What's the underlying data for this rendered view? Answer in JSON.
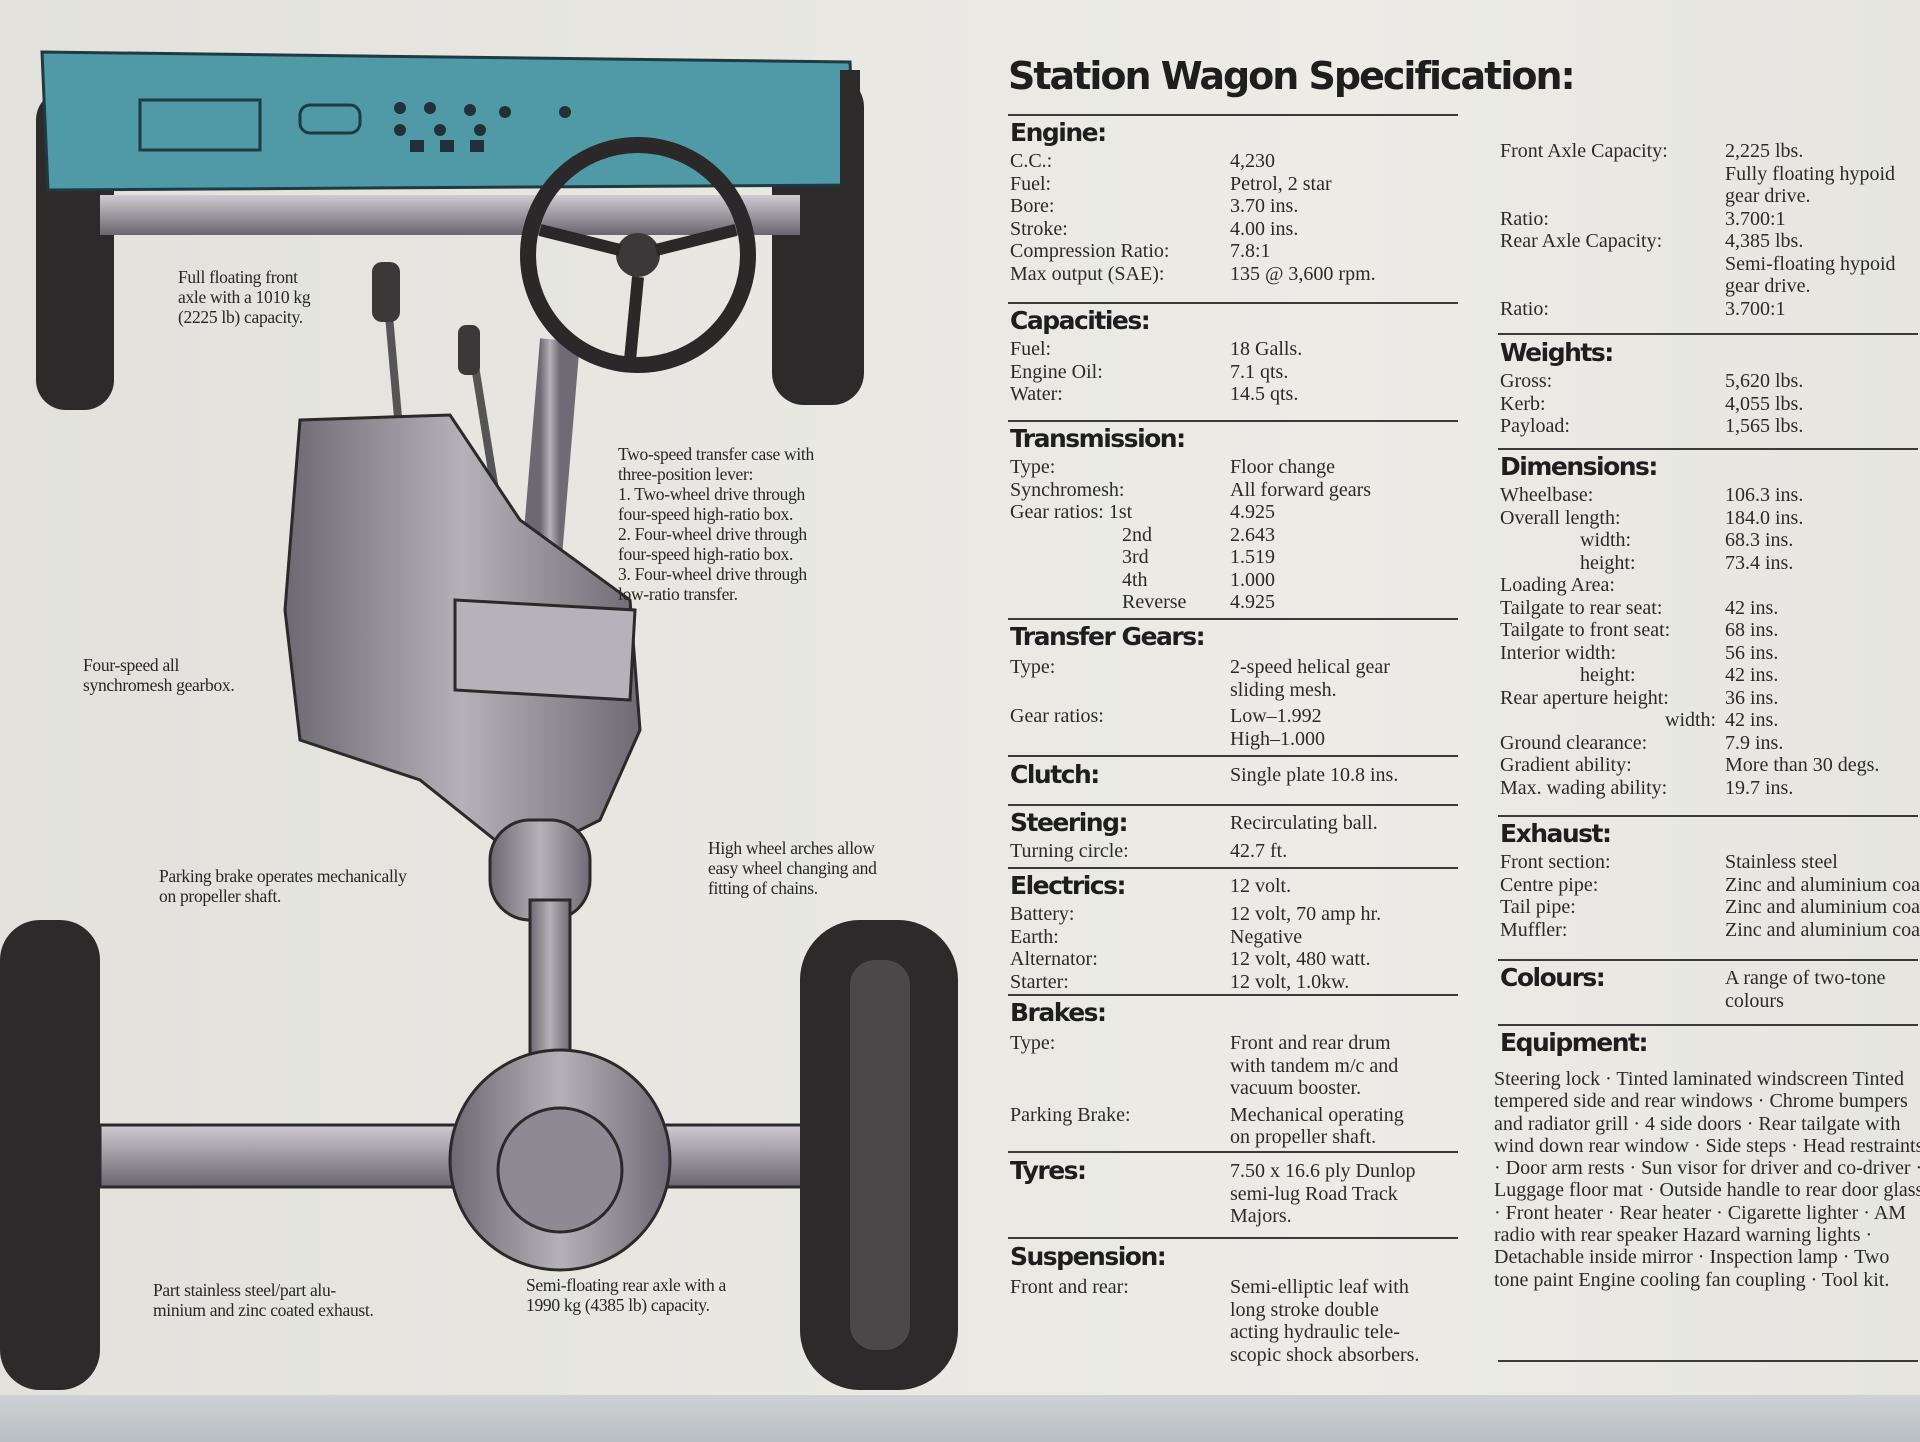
{
  "title": "Station Wagon Specification:",
  "left_column": [
    {
      "heading": "Engine:",
      "rows": [
        {
          "label": "C.C.:",
          "value": [
            "4,230"
          ]
        },
        {
          "label": "Fuel:",
          "value": [
            "Petrol, 2 star"
          ]
        },
        {
          "label": "Bore:",
          "value": [
            "3.70 ins."
          ]
        },
        {
          "label": "Stroke:",
          "value": [
            "4.00 ins."
          ]
        },
        {
          "label": "Compression Ratio:",
          "value": [
            "7.8:1"
          ]
        },
        {
          "label": "Max output (SAE):",
          "value": [
            "135 @ 3,600 rpm."
          ]
        }
      ]
    },
    {
      "heading": "Capacities:",
      "rows": [
        {
          "label": "Fuel:",
          "value": [
            "18 Galls."
          ]
        },
        {
          "label": "Engine Oil:",
          "value": [
            "7.1 qts."
          ]
        },
        {
          "label": "Water:",
          "value": [
            "14.5 qts."
          ]
        }
      ]
    },
    {
      "heading": "Transmission:",
      "rows": [
        {
          "label": "Type:",
          "value": [
            "Floor change"
          ]
        },
        {
          "label": "Synchromesh:",
          "value": [
            "All forward gears"
          ]
        },
        {
          "label": "Gear ratios: 1st",
          "value": [
            "4.925"
          ]
        },
        {
          "label": "2nd",
          "value": [
            "2.643"
          ]
        },
        {
          "label": "3rd",
          "value": [
            "1.519"
          ]
        },
        {
          "label": "4th",
          "value": [
            "1.000"
          ]
        },
        {
          "label": "Reverse",
          "value": [
            "4.925"
          ]
        }
      ]
    },
    {
      "heading": "Transfer Gears:",
      "rows": [
        {
          "label": "Type:",
          "value": [
            "2-speed helical gear",
            "sliding mesh."
          ]
        },
        {
          "label": "Gear ratios:",
          "value": [
            "Low–1.992",
            "High–1.000"
          ]
        }
      ]
    },
    {
      "heading": "Clutch:",
      "inline_value": "Single plate 10.8 ins.",
      "rows": []
    },
    {
      "heading": "Steering:",
      "inline_value": "Recirculating ball.",
      "rows": [
        {
          "label": "Turning circle:",
          "value": [
            "42.7 ft."
          ]
        }
      ]
    },
    {
      "heading": "Electrics:",
      "inline_value": "12 volt.",
      "rows": [
        {
          "label": "Battery:",
          "value": [
            "12 volt, 70 amp hr."
          ]
        },
        {
          "label": "Earth:",
          "value": [
            "Negative"
          ]
        },
        {
          "label": "Alternator:",
          "value": [
            "12 volt, 480 watt."
          ]
        },
        {
          "label": "Starter:",
          "value": [
            "12 volt, 1.0kw."
          ]
        }
      ]
    },
    {
      "heading": "Brakes:",
      "rows": [
        {
          "label": "Type:",
          "value": [
            "Front and rear drum",
            "with tandem m/c and",
            "vacuum booster."
          ]
        },
        {
          "label": "Parking Brake:",
          "value": [
            "Mechanical operating",
            "on propeller shaft."
          ]
        }
      ]
    },
    {
      "heading": "Tyres:",
      "inline_value": "7.50 x 16.6 ply Dunlop",
      "inline_more": [
        "semi-lug Road Track",
        "Majors."
      ],
      "rows": []
    },
    {
      "heading": "Suspension:",
      "rows": [
        {
          "label": "Front and rear:",
          "value": [
            "Semi-elliptic leaf with",
            "long stroke double",
            "acting hydraulic tele-",
            "scopic shock absorbers."
          ]
        }
      ]
    }
  ],
  "right_column": [
    {
      "heading": "",
      "rows": [
        {
          "label": "Front Axle Capacity:",
          "value": [
            "2,225 lbs.",
            "Fully floating hypoid",
            "gear drive."
          ]
        },
        {
          "label": "Ratio:",
          "value": [
            "3.700:1"
          ]
        },
        {
          "label": "Rear Axle Capacity:",
          "value": [
            "4,385 lbs.",
            "Semi-floating hypoid",
            "gear drive."
          ]
        },
        {
          "label": "Ratio:",
          "value": [
            "3.700:1"
          ]
        }
      ]
    },
    {
      "heading": "Weights:",
      "rows": [
        {
          "label": "Gross:",
          "value": [
            "5,620 lbs."
          ]
        },
        {
          "label": "Kerb:",
          "value": [
            "4,055 lbs."
          ]
        },
        {
          "label": "Payload:",
          "value": [
            "1,565 lbs."
          ]
        }
      ]
    },
    {
      "heading": "Dimensions:",
      "rows": [
        {
          "label": "Wheelbase:",
          "value": [
            "106.3 ins."
          ]
        },
        {
          "label": "Overall length:",
          "value": [
            "184.0 ins."
          ]
        },
        {
          "label": "width:",
          "value": [
            "68.3 ins."
          ]
        },
        {
          "label": "height:",
          "value": [
            "73.4 ins."
          ]
        },
        {
          "label": "Loading Area:",
          "value": [
            ""
          ]
        },
        {
          "label": "Tailgate to rear seat:",
          "value": [
            "42 ins."
          ]
        },
        {
          "label": "Tailgate to front seat:",
          "value": [
            "68 ins."
          ]
        },
        {
          "label": "Interior width:",
          "value": [
            "56 ins."
          ]
        },
        {
          "label": "height:",
          "value": [
            "42 ins."
          ]
        },
        {
          "label": "Rear aperture height:",
          "value": [
            "36 ins."
          ]
        },
        {
          "label": "width:",
          "value": [
            "42 ins."
          ]
        },
        {
          "label": "Ground clearance:",
          "value": [
            "7.9 ins."
          ]
        },
        {
          "label": "Gradient ability:",
          "value": [
            "More than 30 degs."
          ]
        },
        {
          "label": "Max. wading ability:",
          "value": [
            "19.7 ins."
          ]
        }
      ]
    },
    {
      "heading": "Exhaust:",
      "rows": [
        {
          "label": "Front section:",
          "value": [
            "Stainless steel"
          ]
        },
        {
          "label": "Centre pipe:",
          "value": [
            "Zinc and aluminium coa"
          ]
        },
        {
          "label": "Tail pipe:",
          "value": [
            "Zinc and aluminium coa"
          ]
        },
        {
          "label": "Muffler:",
          "value": [
            "Zinc and aluminium coa"
          ]
        }
      ]
    },
    {
      "heading": "Colours:",
      "inline_value": "A range of two-tone",
      "inline_more": [
        "colours"
      ],
      "rows": []
    },
    {
      "heading": "Equipment:",
      "rows": []
    }
  ],
  "equipment_text": "Steering lock · Tinted laminated windscreen Tinted tempered side and rear windows · Chrome bumpers and radiator grill · 4 side doors · Rear tailgate with wind down rear window · Side steps · Head restraints · Door arm rests · Sun visor for driver and co-driver · Luggage floor mat · Outside handle to rear door glass · Front heater · Rear heater · Cigarette lighter · AM radio with rear speaker Hazard warning lights · Detachable inside mirror · Inspection lamp · Two tone paint Engine cooling fan coupling · Tool kit.",
  "captions": {
    "front_axle": [
      "Full floating front",
      "axle with a 1010 kg",
      "(2225 lb) capacity."
    ],
    "transfer_case": [
      "Two-speed transfer case with",
      "three-position lever:",
      "1. Two-wheel drive through",
      "four-speed high-ratio box.",
      "2. Four-wheel drive through",
      "four-speed high-ratio box.",
      "3. Four-wheel drive through",
      "low-ratio transfer."
    ],
    "gearbox": [
      "Four-speed all",
      "synchromesh gearbox."
    ],
    "parking_brake": [
      "Parking brake operates mechanically",
      "on propeller shaft."
    ],
    "wheel_arches": [
      "High wheel arches allow",
      "easy wheel changing and",
      "fitting of chains."
    ],
    "exhaust": [
      "Part stainless steel/part alu-",
      "minium and zinc coated exhaust."
    ],
    "rear_axle": [
      "Semi-floating rear axle with a",
      "1990 kg (4385 lb) capacity."
    ]
  },
  "colors": {
    "dashboard": "#4f9aa6",
    "chassis": "#8e8a93",
    "tyre": "#2c2a2a",
    "paper": "#e7e6e1",
    "ink": "#2a2a2a"
  }
}
